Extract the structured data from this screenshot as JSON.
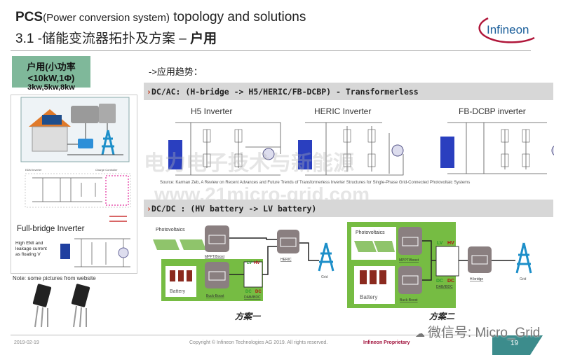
{
  "header": {
    "title_bold": "PCS",
    "title_paren": "(Power conversion  system)",
    "title_rest": " topology and solutions",
    "subtitle_prefix": "3.1 -储能变流器拓扑及方案 – ",
    "subtitle_bold": "户用",
    "logo_text": "Infineon"
  },
  "sidebar": {
    "box_title": "户用(小功率<10kW,1Φ)",
    "box_sub": "3kw,5kw,8kw",
    "fullbridge_label": "Full-bridge Inverter",
    "fullbridge_note": "High EMI and leakage current as floating V",
    "note": "Note: some pictures from website"
  },
  "main": {
    "trend": "->应用趋势：",
    "dcac_bar": "DC/AC: (H-bridge -> H5/HERIC/FB-DCBP) - Transformerless",
    "inverters": [
      "H5 Inverter",
      "HERIC Inverter",
      "FB-DCBP inverter"
    ],
    "source": "Source: Karman Zeb, A Review on Recent Advances and Future Trends of Transformerless Inverter Structures for Single-Phase Grid-Connected Photovoltaic Systems",
    "dcdc_bar": "DC/DC : (HV battery -> LV battery)",
    "plan1": {
      "label": "方案一",
      "pv": "Photovoltaics",
      "battery": "Battery",
      "mppt": "MPPT/Boost",
      "buckboost": "Buck-Boost",
      "dab": "DAB/IBDC",
      "heric": "HERIC",
      "grid": "Grid",
      "lv": "LV",
      "hv": "HV",
      "dc1": "DC",
      "dc2": "DC"
    },
    "plan2": {
      "label": "方案二",
      "pv": "Photovoltaics",
      "battery": "Battery",
      "mppt": "MPPT/Boost",
      "buckboost": "Buck-Boost",
      "dab": "DAB/IBDC",
      "hbridge": "H-bridge",
      "grid": "Grid",
      "lv": "LV",
      "hv": "HV",
      "dc1": "DC",
      "dc2": "DC"
    }
  },
  "footer": {
    "date": "2019-02-19",
    "copyright": "Copyright © Infineon Technologies AG 2019. All rights reserved.",
    "proprietary": "Infineon Proprietary",
    "page": "19",
    "wechat": "微信号: Micro_Grid"
  },
  "watermarks": [
    "电力电子技术与新能源",
    "www.21micro-grid.com"
  ],
  "colors": {
    "green_box": "#7fb89a",
    "bar": "#d7d7d7",
    "plan_green": "#76bc43",
    "block": "#8a7f80",
    "grid_blue": "#1d8fc9",
    "page_teal": "#3c8c8c",
    "proprietary": "#a0103a"
  }
}
